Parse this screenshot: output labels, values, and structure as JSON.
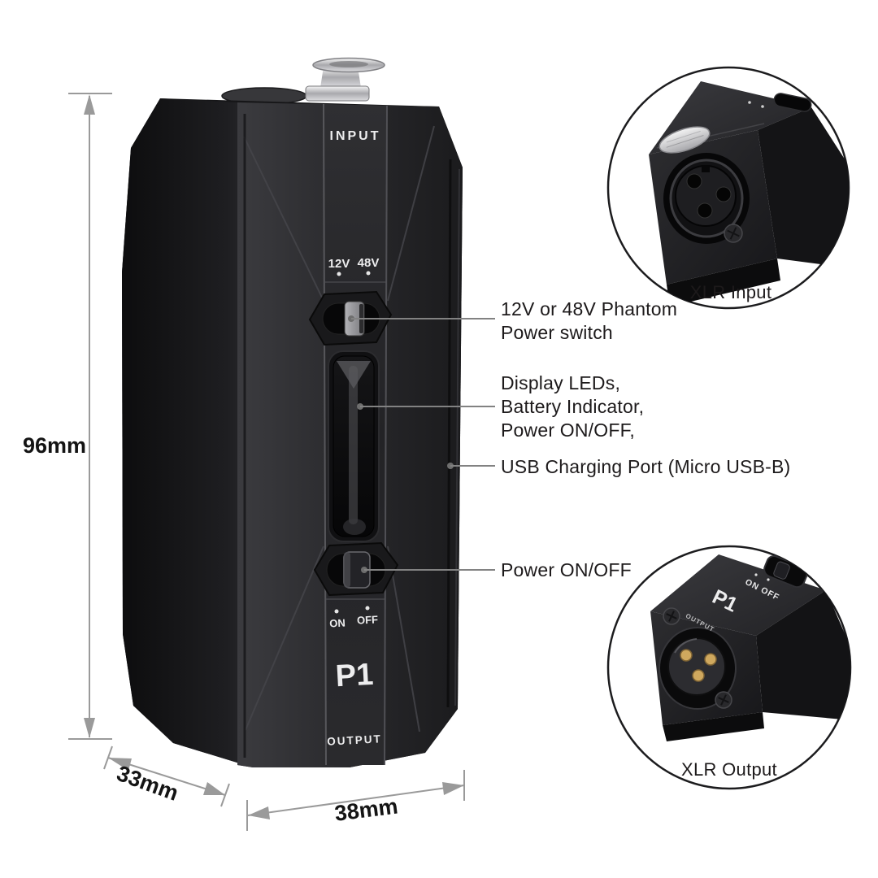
{
  "device": {
    "model": "P1",
    "labels": {
      "input": "INPUT",
      "v12": "12V",
      "v48": "48V",
      "on": "ON",
      "off": "OFF",
      "output": "OUTPUT"
    }
  },
  "dimensions": {
    "height": "96mm",
    "depth": "33mm",
    "width": "38mm"
  },
  "callouts": {
    "phantom_switch": {
      "lines": [
        "12V or 48V Phantom",
        "Power switch"
      ]
    },
    "display": {
      "lines": [
        "Display LEDs,",
        "Battery Indicator,",
        "Power ON/OFF,"
      ]
    },
    "usb_port": "USB Charging Port (Micro USB-B)",
    "power_switch": "Power ON/OFF"
  },
  "insets": {
    "input": {
      "caption": "XLR Input"
    },
    "output": {
      "caption": "XLR Output",
      "model": "P1",
      "switch": "ON OFF",
      "port": "OUTPUT"
    }
  },
  "colors": {
    "background": "#ffffff",
    "text": "#1d1a1b",
    "dimension_line": "#9a9a9a",
    "callout_line": "#828282",
    "device_body": "#161618",
    "device_label_text": "#ededee",
    "xlr_pin_gold": "#cfa85e"
  }
}
